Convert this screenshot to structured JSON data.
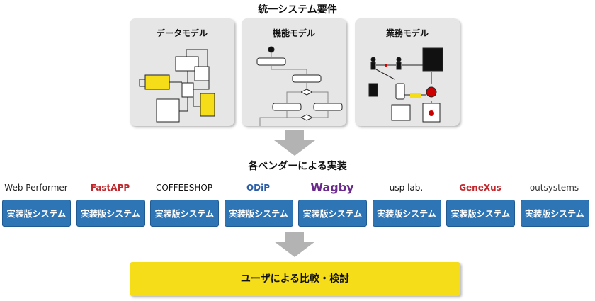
{
  "title": "統一システム要件",
  "panels": [
    {
      "label": "データモデル"
    },
    {
      "label": "機能モデル"
    },
    {
      "label": "業務モデル"
    }
  ],
  "vendors_heading": "各ベンダーによる実装",
  "vendors": [
    {
      "logo": "Web Performer",
      "color": "#222",
      "button": "実装版システム"
    },
    {
      "logo": "FastAPP",
      "color": "#c0282d",
      "button": "実装版システム"
    },
    {
      "logo": "COFFEESHOP",
      "color": "#111",
      "button": "実装版システム"
    },
    {
      "logo": "ODiP",
      "color": "#2a5da8",
      "button": "実装版システム"
    },
    {
      "logo": "Wagby",
      "color": "#6a2a8c",
      "button": "実装版システム"
    },
    {
      "logo": "usp lab.",
      "color": "#111",
      "button": "実装版システム"
    },
    {
      "logo": "GeneXus",
      "color": "#c0282d",
      "button": "実装版システム"
    },
    {
      "logo": "outsystems",
      "color": "#333",
      "button": "実装版システム"
    }
  ],
  "result": "ユーザによる比較・検討",
  "colors": {
    "button": "#2e75b6",
    "result": "#f5dd1a",
    "arrow": "#b3b3b3"
  }
}
